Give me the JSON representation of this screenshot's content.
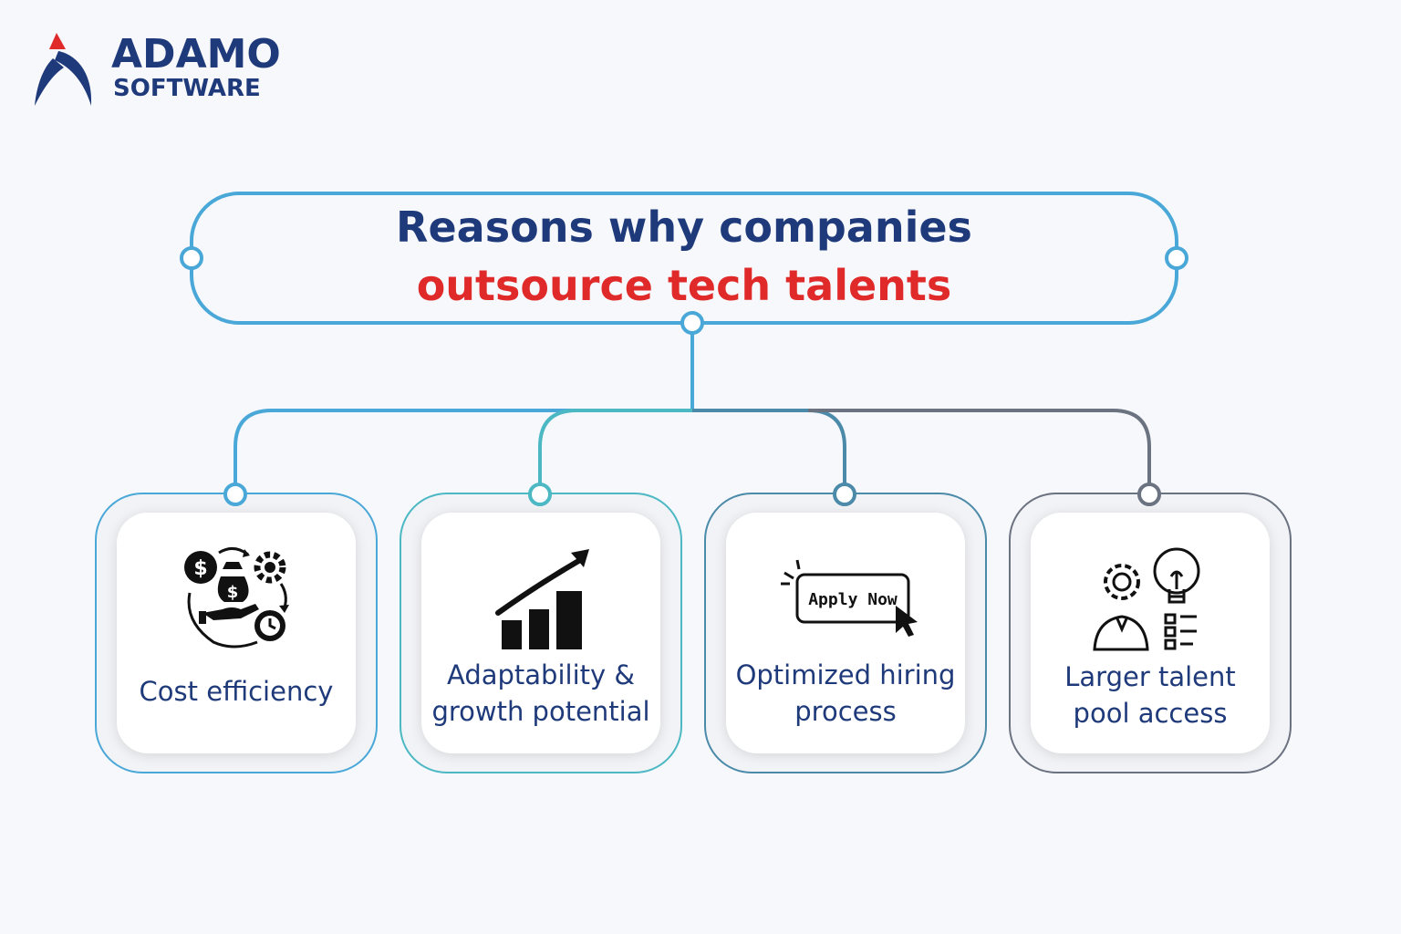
{
  "brand": {
    "name_top": "ADAMO",
    "name_bottom": "SOFTWARE",
    "colors": {
      "navy": "#1f3a7a",
      "red": "#e02a2a",
      "blue": "#4aa8d8",
      "teal": "#4bb8c4",
      "steel": "#4b8aa8",
      "gray": "#6b7280"
    }
  },
  "title": {
    "line1": "Reasons why companies",
    "line2": "outsource tech talents"
  },
  "cards": [
    {
      "label_lines": [
        "Cost efficiency"
      ],
      "icon": "money-cycle-icon",
      "border_color": "#4aa8d8"
    },
    {
      "label_lines": [
        "Adaptability &",
        "growth potential"
      ],
      "icon": "growth-chart-icon",
      "border_color": "#4bb8c4"
    },
    {
      "label_lines": [
        "Optimized hiring",
        "process"
      ],
      "icon": "apply-now-button-icon",
      "icon_text": "Apply Now",
      "border_color": "#4b8aa8"
    },
    {
      "label_lines": [
        "Larger talent",
        "pool access"
      ],
      "icon": "talent-idea-icon",
      "border_color": "#6b7280"
    }
  ]
}
